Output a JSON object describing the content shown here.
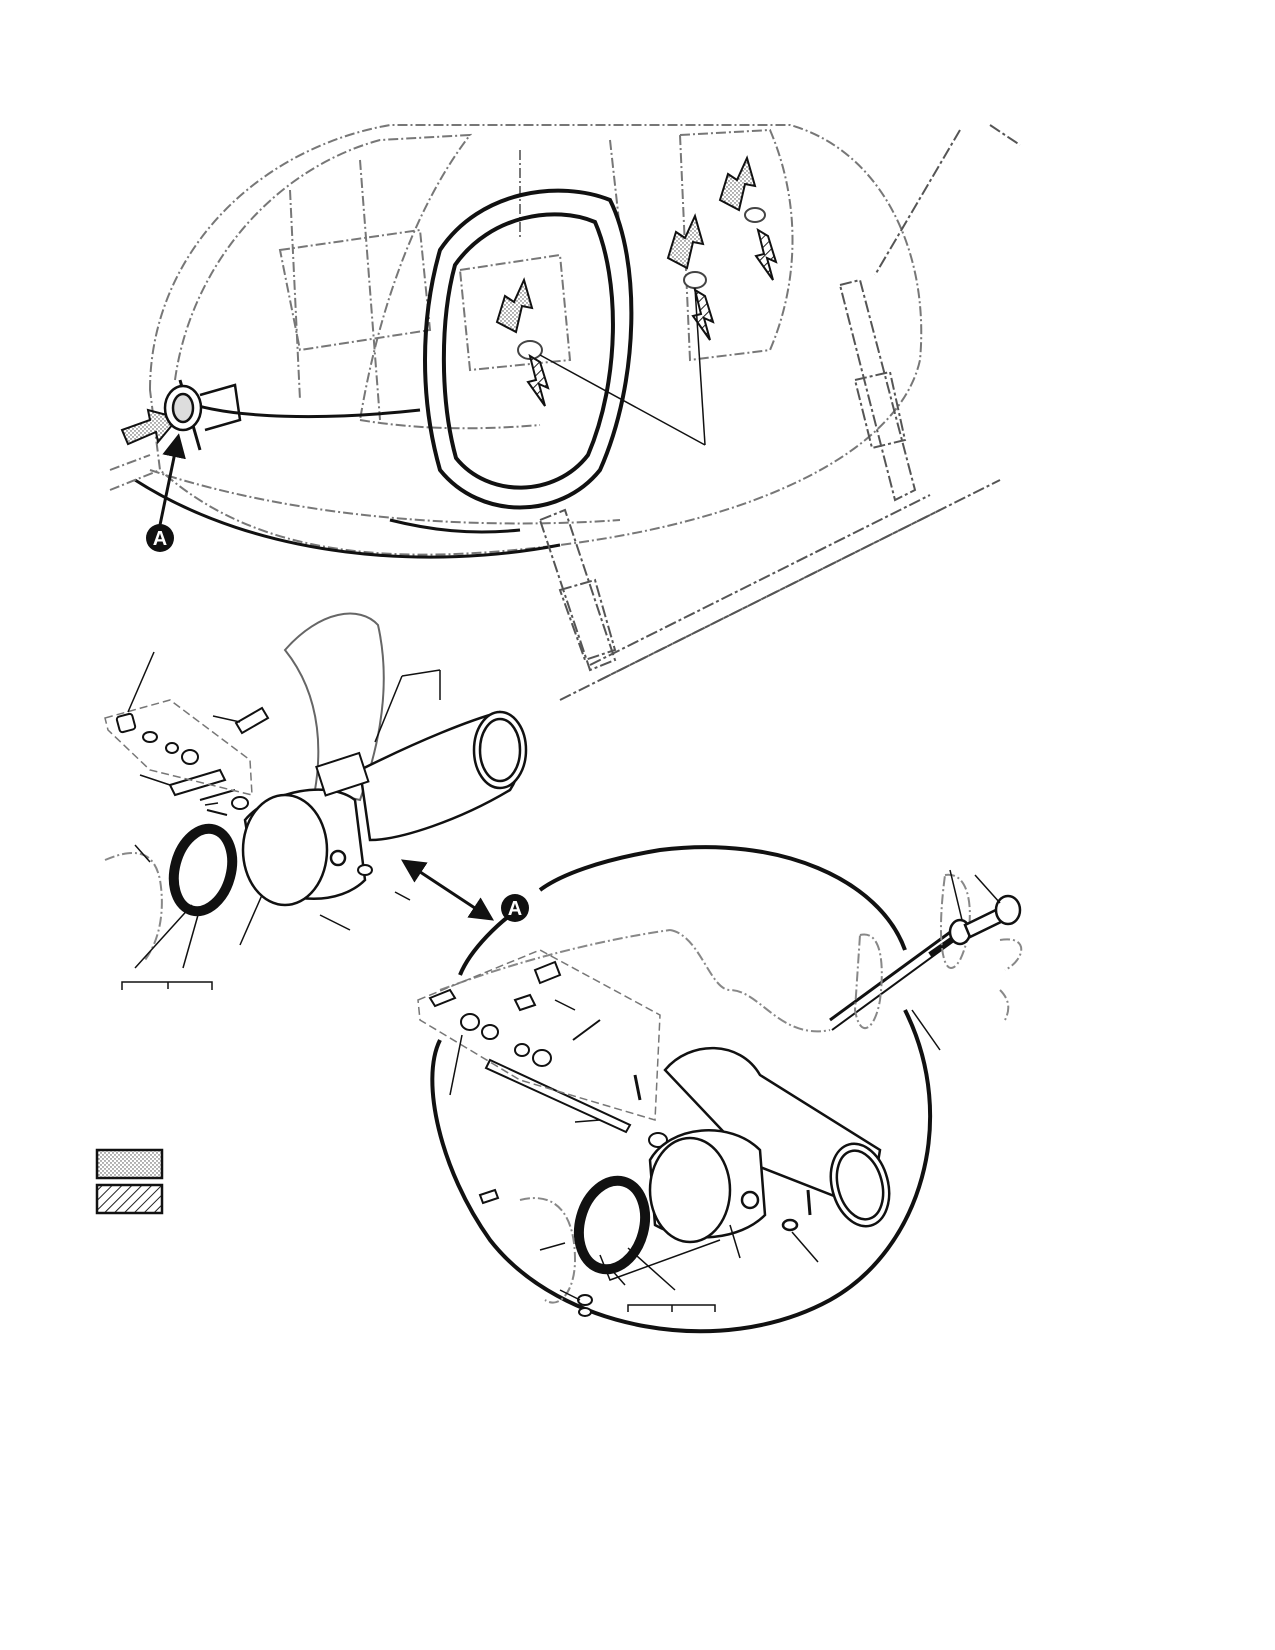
{
  "diagram": {
    "callout_letter": "A",
    "ink_color": "#111111",
    "phantom_color": "#888888",
    "stipple_fill": "#cfcfcf",
    "hatch_fill": "#ffffff",
    "legend": {
      "swatches": [
        {
          "pattern": "stipple"
        },
        {
          "pattern": "hatch"
        }
      ]
    }
  }
}
